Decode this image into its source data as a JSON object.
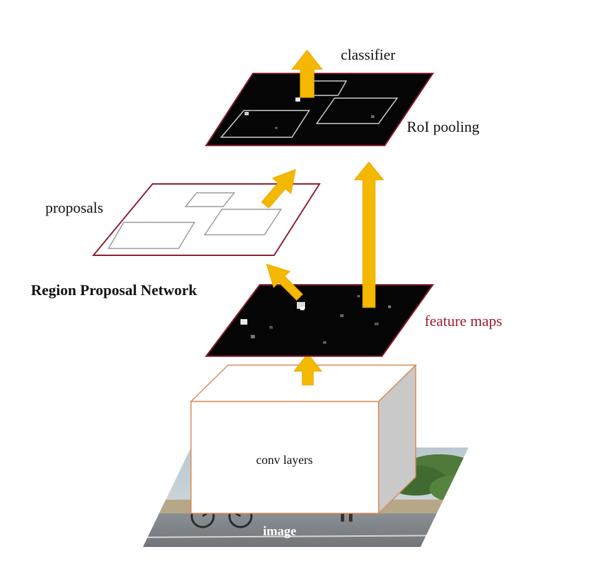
{
  "labels": {
    "classifier": "classifier",
    "roi_pooling": "RoI pooling",
    "proposals": "proposals",
    "rpn": "Region Proposal Network",
    "feature_maps": "feature maps",
    "conv_layers": "conv layers",
    "image": "image"
  },
  "colors": {
    "arrow": "#f5b800",
    "arrow_edge": "#e8a800",
    "plane_border": "#8b1e2e",
    "feature_maps_text": "#9b1c2c",
    "box_border": "#d98b55",
    "box_side": "#c8c8c8"
  }
}
